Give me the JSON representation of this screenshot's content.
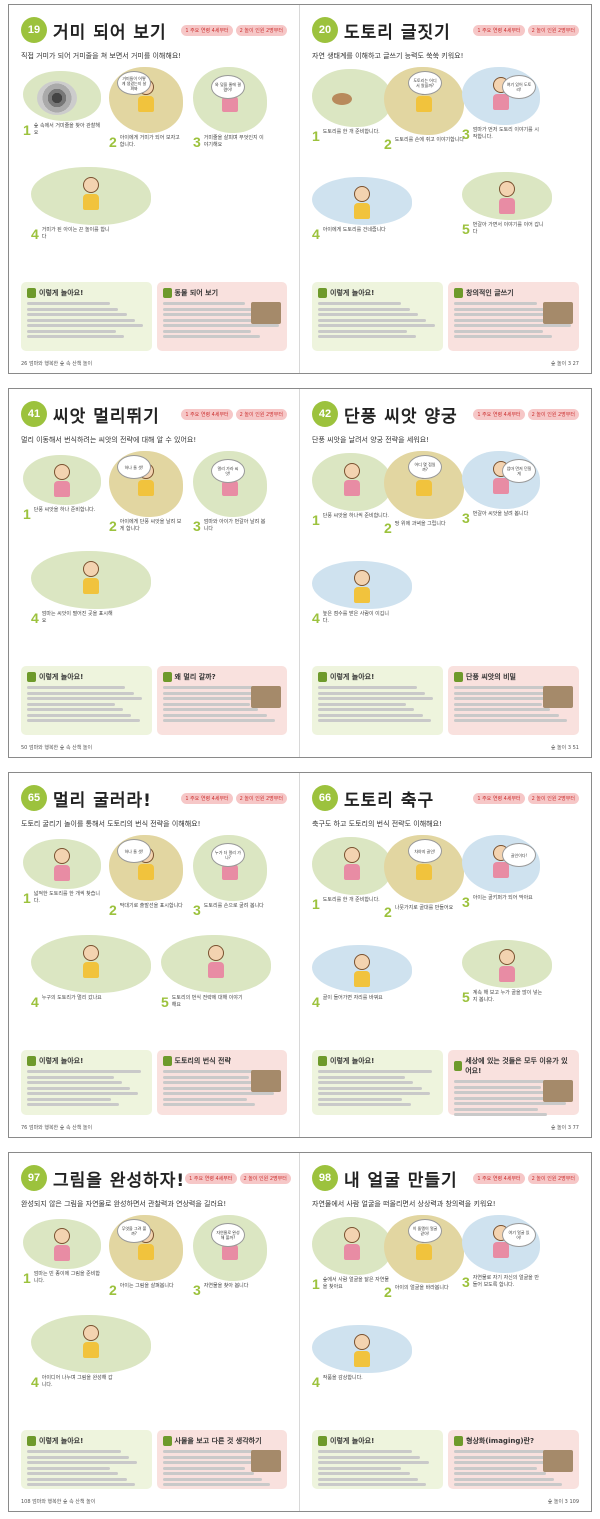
{
  "spreads": [
    {
      "left": {
        "number": "19",
        "title": "거미 되어 보기",
        "tags": [
          "1 주요 연령 4세부터",
          "2 놀이 인원 2명부터"
        ],
        "intro": "직접 거미가 되어 거미줄을 쳐 보면서 거미를 이해해요!",
        "bubbles": [
          "거미들이 어떻게 생겼는지 살펴봐",
          "와 덫을 줄에 결렸어!"
        ],
        "steps": [
          {
            "n": "1",
            "text": "숲 속에서 거미줄을 찾아 관찰해요"
          },
          {
            "n": "2",
            "text": "아이에게 거미가 되어 보자고 합니다."
          },
          {
            "n": "3",
            "text": "거미줄을 살피며 무엇인지 이야기해요"
          },
          {
            "n": "4",
            "text": "거미가 된 아이는 끈 놀이를 합니다"
          }
        ],
        "box1_title": "이렇게 놀아요!",
        "box2_title": "동물 되어 보기",
        "page_no": "26",
        "book": "엄마와 행복한 숲 속 산책 놀이"
      },
      "right": {
        "number": "20",
        "title": "도토리 글짓기",
        "tags": [
          "1 주요 연령 4세부터",
          "2 놀이 인원 2명부터"
        ],
        "intro": "자연 생태계를 이해하고 글쓰기 능력도 쑥쑥 키워요!",
        "bubbles": [
          "도토리는 어디서 왔을까?",
          "여기 있어 도토리!"
        ],
        "steps": [
          {
            "n": "1",
            "text": "도토리를 한 개 준비합니다."
          },
          {
            "n": "2",
            "text": "도토리를 손에 쥐고 이야기합니다"
          },
          {
            "n": "3",
            "text": "엄마가 먼저 도토리 이야기를 시작합니다."
          },
          {
            "n": "4",
            "text": "아이에게 도토리를 건네줍니다"
          },
          {
            "n": "5",
            "text": "번갈아 가면서 이야기를 이어 갑니다"
          }
        ],
        "box1_title": "이렇게 놀아요!",
        "box2_title": "창의적인 글쓰기",
        "page_no": "27",
        "book": "숲 놀이 3"
      }
    },
    {
      "left": {
        "number": "41",
        "title": "씨앗 멀리뛰기",
        "tags": [
          "1 주요 연령 4세부터",
          "2 놀이 인원 2명부터"
        ],
        "intro": "멀리 이동해서 번식하려는 씨앗의 전략에 대해 알 수 있어요!",
        "bubbles": [
          "하나 둘 셋!",
          "멀리 가라 씨앗!"
        ],
        "steps": [
          {
            "n": "1",
            "text": "단풍 씨앗을 하나 준비합니다."
          },
          {
            "n": "2",
            "text": "아이에게 단풍 씨앗을 날려 보게 합니다"
          },
          {
            "n": "3",
            "text": "엄마와 아이가 번갈아 날려 봅니다"
          },
          {
            "n": "4",
            "text": "엄마는 씨앗이 떨어진 곳을 표시해요"
          }
        ],
        "box1_title": "이렇게 놀아요!",
        "box2_title": "왜 멀리 갈까?",
        "page_no": "50",
        "book": "엄마와 행복한 숲 속 산책 놀이"
      },
      "right": {
        "number": "42",
        "title": "단풍 씨앗 양궁",
        "tags": [
          "1 주요 연령 4세부터",
          "2 놀이 인원 2명부터"
        ],
        "intro": "단풍 씨앗을 날려서 양궁 전략을 세워요!",
        "bubbles": [
          "어디 몇 점일까?",
          "엄마 먼저 던질게"
        ],
        "steps": [
          {
            "n": "1",
            "text": "단풍 씨앗을 하나씩 준비합니다."
          },
          {
            "n": "2",
            "text": "땅 위에 과녁을 그립니다"
          },
          {
            "n": "3",
            "text": "번갈아 씨앗을 날려 봅니다"
          },
          {
            "n": "4",
            "text": "높은 점수를 받은 사람이 이깁니다."
          }
        ],
        "box1_title": "이렇게 놀아요!",
        "box2_title": "단풍 씨앗의 비밀",
        "page_no": "51",
        "book": "숲 놀이 3"
      }
    },
    {
      "left": {
        "number": "65",
        "title": "멀리 굴러라!",
        "tags": [
          "1 주요 연령 4세부터",
          "2 놀이 인원 2명부터"
        ],
        "intro": "도토리 굴리기 놀이를 통해서 도토리의 번식 전략을 이해해요!",
        "bubbles": [
          "하나 둘 셋!",
          "누가 더 멀리 가나?"
        ],
        "steps": [
          {
            "n": "1",
            "text": "넓적한 도토리를 한 개씩 찾습니다."
          },
          {
            "n": "2",
            "text": "막대기로 출발선을 표시합니다"
          },
          {
            "n": "3",
            "text": "도토리를 손으로 굴려 봅니다"
          },
          {
            "n": "4",
            "text": "누구의 도토리가 멀리 갔나요"
          },
          {
            "n": "5",
            "text": "도토리의 번식 전략에 대해 이야기해요"
          }
        ],
        "box1_title": "이렇게 놀아요!",
        "box2_title": "도토리의 번식 전략",
        "page_no": "76",
        "book": "엄마와 행복한 숲 속 산책 놀이"
      },
      "right": {
        "number": "66",
        "title": "도토리 축구",
        "tags": [
          "1 주요 연령 4세부터",
          "2 놀이 인원 2명부터"
        ],
        "intro": "축구도 하고 도토리의 번식 전략도 이해해요!",
        "bubbles": [
          "차야지 골인!",
          "골인이다!"
        ],
        "steps": [
          {
            "n": "1",
            "text": "도토리를 한 개 준비합니다."
          },
          {
            "n": "2",
            "text": "나뭇가지로 골대를 만들어요"
          },
          {
            "n": "3",
            "text": "아이는 골키퍼가 되어 막아요"
          },
          {
            "n": "4",
            "text": "골이 들어가면 자리를 바꿔요"
          },
          {
            "n": "5",
            "text": "계속 해 보고 누가 골을 많이 넣는지 봅니다."
          }
        ],
        "box1_title": "이렇게 놀아요!",
        "box2_title": "세상에 있는 것들은 모두 이유가 있어요!",
        "page_no": "77",
        "book": "숲 놀이 3"
      }
    },
    {
      "left": {
        "number": "97",
        "title": "그림을 완성하자!",
        "tags": [
          "1 주요 연령 4세부터",
          "2 놀이 인원 2명부터"
        ],
        "intro": "완성되지 않은 그림을 자연물로 완성하면서 관찰력과 연상력을 길러요!",
        "bubbles": [
          "무엇을 그려 볼까?",
          "자연물로 완성해 볼까?"
        ],
        "steps": [
          {
            "n": "1",
            "text": "엄마는 빈 종이에 그림을 준비합니다."
          },
          {
            "n": "2",
            "text": "아이는 그림을 살펴봅니다"
          },
          {
            "n": "3",
            "text": "자연물을 찾아 봅니다"
          },
          {
            "n": "4",
            "text": "아이디어 나누며 그림을 완성해 갑니다."
          }
        ],
        "box1_title": "이렇게 놀아요!",
        "box2_title": "사물을 보고 다른 것 생각하기",
        "page_no": "108",
        "book": "엄마와 행복한 숲 속 산책 놀이"
      },
      "right": {
        "number": "98",
        "title": "내 얼굴 만들기",
        "tags": [
          "1 주요 연령 4세부터",
          "2 놀이 인원 2명부터"
        ],
        "intro": "자연물에서 사람 얼굴을 떠올리면서 상상력과 창의력을 키워요!",
        "bubbles": [
          "이 돌멩이 얼굴 같아!",
          "여기 얼굴 있어!"
        ],
        "steps": [
          {
            "n": "1",
            "text": "숲에서 사람 얼굴을 닮은 자연물을 찾아요"
          },
          {
            "n": "2",
            "text": "아이의 얼굴을 바라봅니다"
          },
          {
            "n": "3",
            "text": "자연물로 자기 자신의 얼굴을 만들어 보도록 합니다."
          },
          {
            "n": "4",
            "text": "작품을 감상합니다."
          }
        ],
        "box1_title": "이렇게 놀아요!",
        "box2_title": "형상화(imaging)란?",
        "page_no": "109",
        "book": "숲 놀이 3"
      }
    }
  ]
}
